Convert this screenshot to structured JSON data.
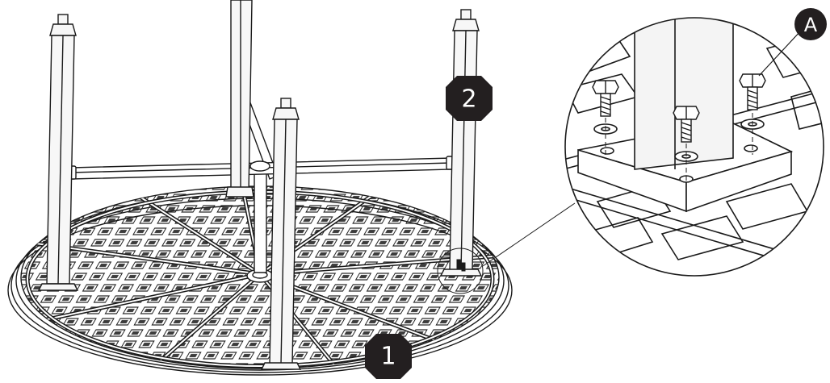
{
  "callouts": {
    "step_1": "1",
    "step_2": "2",
    "part_a": "A"
  },
  "colors": {
    "line": "#1a1a1a",
    "badge": "#231f20",
    "background": "#ffffff",
    "leg_fill": "#f2f2f2"
  },
  "icons": {
    "bolt": "hex-bolt-icon",
    "washer": "washer-icon"
  }
}
